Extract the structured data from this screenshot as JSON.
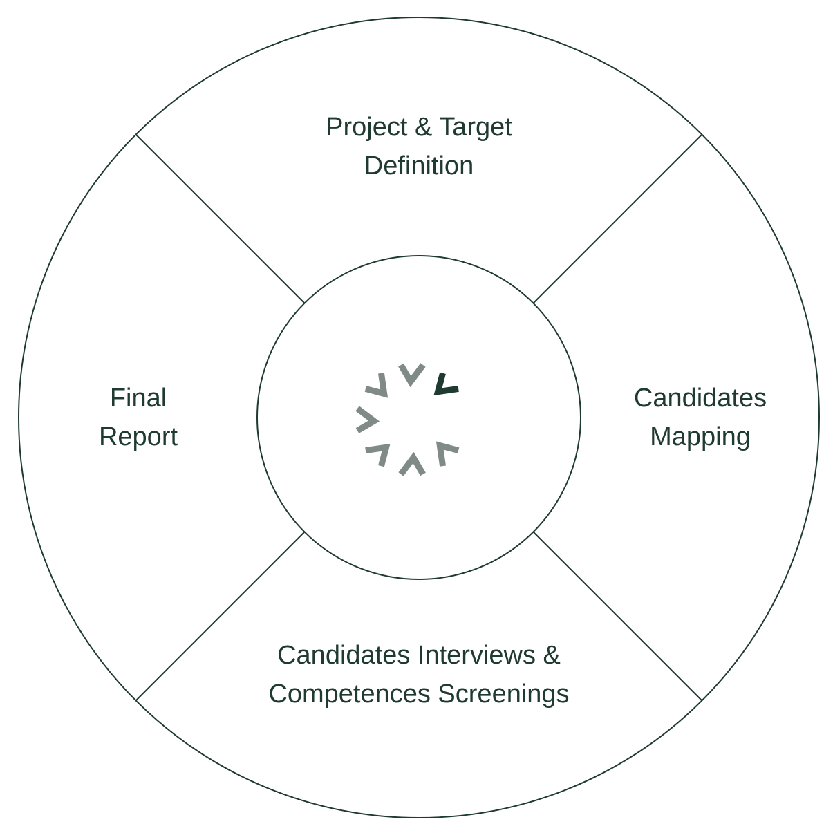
{
  "diagram": {
    "segments": [
      {
        "id": "top",
        "lines": [
          "Project  & Target",
          "Definition"
        ]
      },
      {
        "id": "right",
        "lines": [
          "Candidates",
          "Mapping"
        ]
      },
      {
        "id": "bottom",
        "lines": [
          "Candidates Interviews &",
          "Competences Screenings"
        ]
      },
      {
        "id": "left",
        "lines": [
          "Final",
          "Report"
        ]
      }
    ],
    "center_logo": {
      "name": "loading-spinner-logo",
      "active_color": "#1f3a30",
      "faded_color": "#808a86"
    },
    "line_color": "#1f3a30",
    "text_color": "#1f3a30"
  }
}
